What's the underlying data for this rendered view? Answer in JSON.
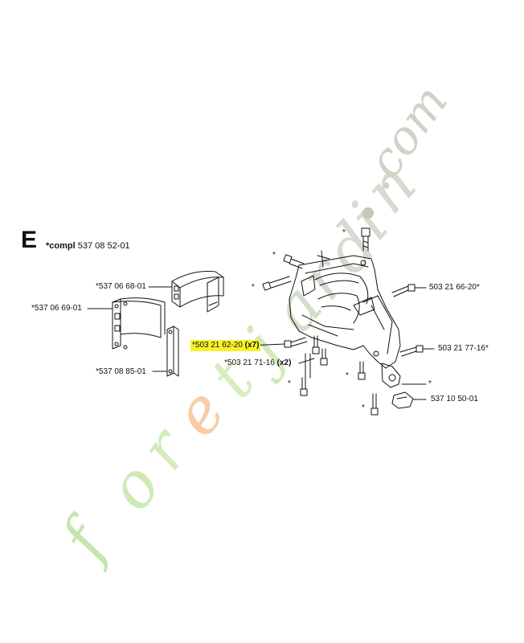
{
  "section": {
    "letter": "E",
    "kit_label": "*compl",
    "kit_number": "537 08 52-01"
  },
  "parts": {
    "p1": "*537 06 68-01",
    "p2": "*537 06 69-01",
    "p3": "*537 08 85-01",
    "p4_num": "*503 21 62-20",
    "p4_qty": "(x7)",
    "p5_num": "*503 21 71-16",
    "p5_qty": "(x2)",
    "p6": "503 21 66-20*",
    "p7": "503 21 77-16*",
    "p8": "537 10 50-01"
  },
  "markers": {
    "star": "*"
  },
  "watermark": {
    "text_main": "foretjardin",
    "text_tld": ".com",
    "colors": {
      "f": "#b8e0a0",
      "o": "#c4e6a8",
      "r": "#cfe9b0",
      "e": "#f6c79a",
      "t": "#d2ecb4",
      "j": "#cde8b0",
      "a": "#c9dcc0",
      "rest": "#d3d0c6"
    }
  },
  "colors": {
    "line": "#111111",
    "highlight": "#f7f22a"
  }
}
